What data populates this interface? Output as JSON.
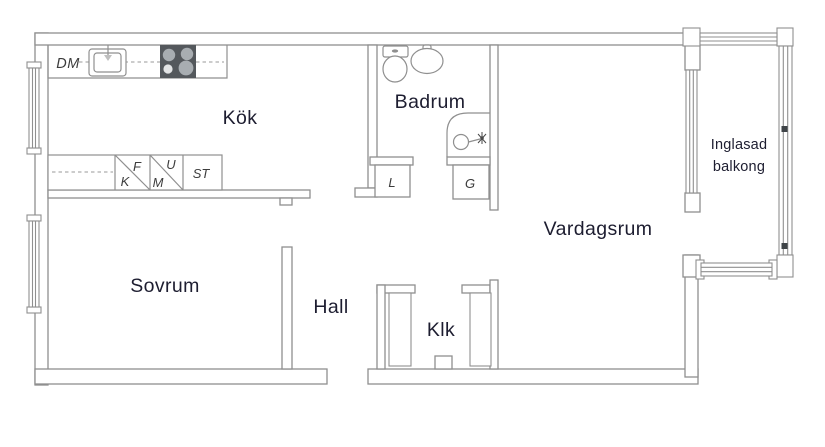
{
  "floorplan": {
    "rooms": {
      "kitchen": "Kök",
      "bathroom": "Badrum",
      "living_room": "Vardagsrum",
      "bedroom": "Sovrum",
      "hall": "Hall",
      "closet": "Klk",
      "balcony_line1": "Inglasad",
      "balcony_line2": "balkong"
    },
    "labels": {
      "dishwasher": "DM",
      "fridge": "K",
      "freezer": "F",
      "microwave": "M",
      "oven": "U",
      "tall_cabinet": "ST",
      "linen_cabinet": "L",
      "wardrobe": "G"
    },
    "colors": {
      "wall": "#8f8f8f",
      "room_label": "#1d1d30",
      "appliance_label": "#3c3c3c",
      "stove_body": "#54585c",
      "burner": "#a8adb1",
      "burner_light": "#e3e4e5",
      "window_tick": "#3f4448"
    }
  }
}
